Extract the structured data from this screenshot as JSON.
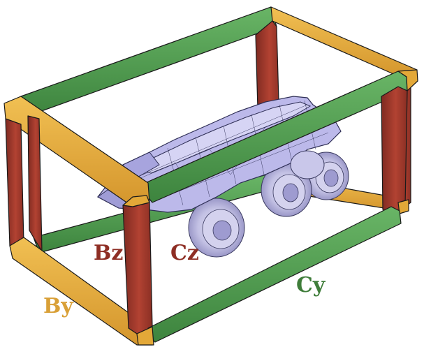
{
  "labels": {
    "by": "By",
    "bz": "Bz",
    "cz": "Cz",
    "cy": "Cy"
  },
  "colors": {
    "beam_green": "#4d9a4d",
    "beam_red": "#a83a2a",
    "beam_yellow": "#e6ac3c",
    "vehicle_body": "#b9b6e8",
    "label_by": "#d9a037",
    "label_bz": "#8e2e24",
    "label_cz": "#8e2e24",
    "label_cy": "#3f7d3a"
  },
  "icons": {
    "vehicle": "six-wheeled-rover-wireframe"
  }
}
